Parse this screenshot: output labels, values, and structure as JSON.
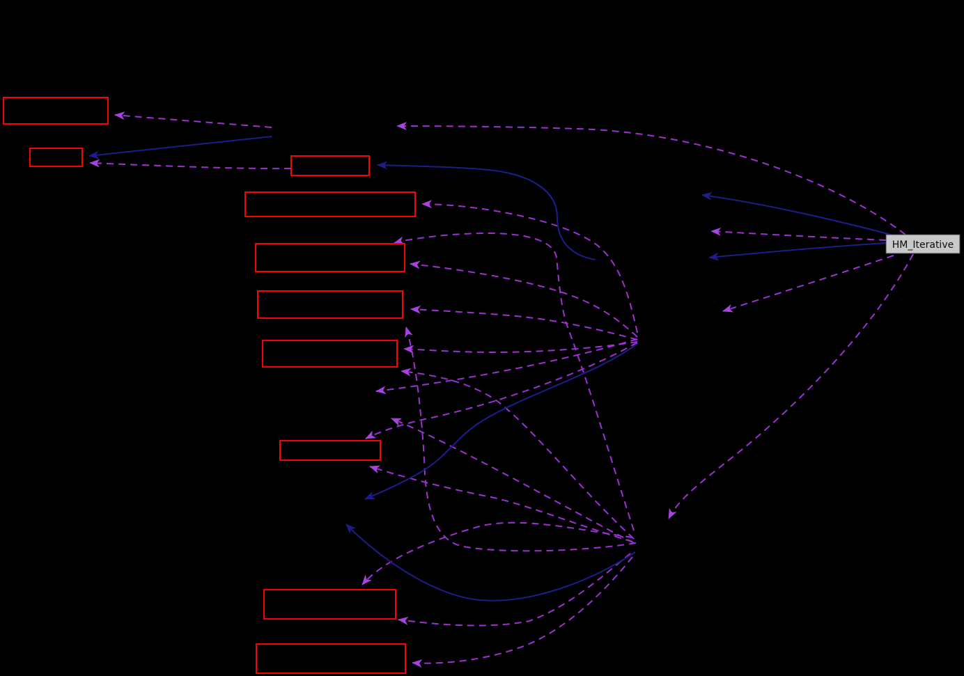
{
  "diagram": {
    "type": "collaboration-graph",
    "background_color": "#000000",
    "main_node": {
      "label": "HM_Iterative",
      "fill_color": "#c9c9c9",
      "border_color": "#454545",
      "text_color": "#0c0c0c"
    },
    "node_border_color": "#ff0000",
    "edge_colors": {
      "usage_dashed": "#9c32d4",
      "inheritance_solid": "#1d1d8c"
    },
    "red_boxes": [
      {
        "id": "box-a"
      },
      {
        "id": "box-b"
      },
      {
        "id": "box-c"
      },
      {
        "id": "box-d"
      },
      {
        "id": "box-e"
      },
      {
        "id": "box-f"
      },
      {
        "id": "box-g"
      },
      {
        "id": "box-h"
      },
      {
        "id": "box-i"
      },
      {
        "id": "box-j"
      }
    ],
    "edge_counts": {
      "dashed": 20,
      "solid": 6
    }
  }
}
